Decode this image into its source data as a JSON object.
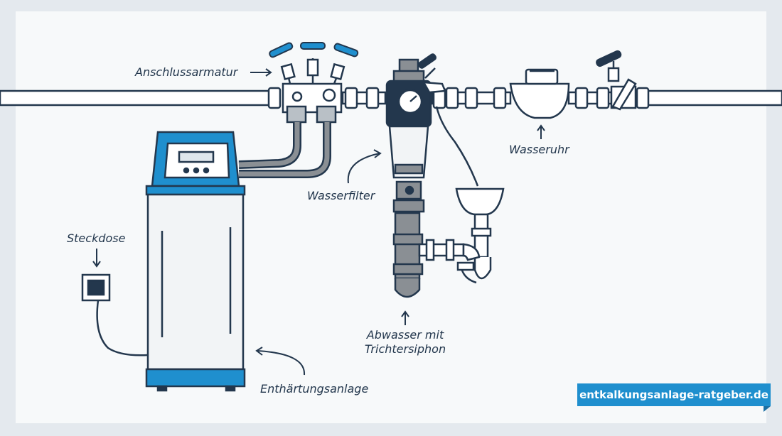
{
  "labels": {
    "anschlussarmatur": "Anschlussarmatur",
    "wasseruhr": "Wasseruhr",
    "wasserfilter": "Wasserfilter",
    "steckdose": "Steckdose",
    "abwasser_line1": "Abwasser mit",
    "abwasser_line2": "Trichtersiphon",
    "enthaertungsanlage": "Enthärtungsanlage"
  },
  "brand": {
    "url": "entkalkungsanlage-ratgeber.de"
  },
  "colors": {
    "accent_blue": "#1f8fce",
    "outline": "#23374d",
    "pipe": "#f2f2f2",
    "hose": "#8a8f94",
    "background": "#e4e9ee",
    "panel": "#f7f9fa"
  }
}
